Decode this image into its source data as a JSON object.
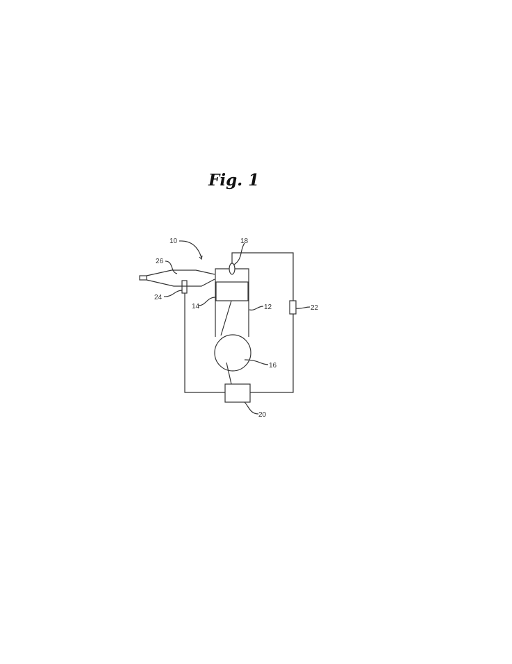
{
  "figure": {
    "title": "Fig. 1",
    "labels": {
      "system": "10",
      "cylinder": "12",
      "piston": "14",
      "crankshaft": "16",
      "spark_plug": "18",
      "controller": "20",
      "sensor_22": "22",
      "sensor_24": "24",
      "intake": "26"
    }
  }
}
